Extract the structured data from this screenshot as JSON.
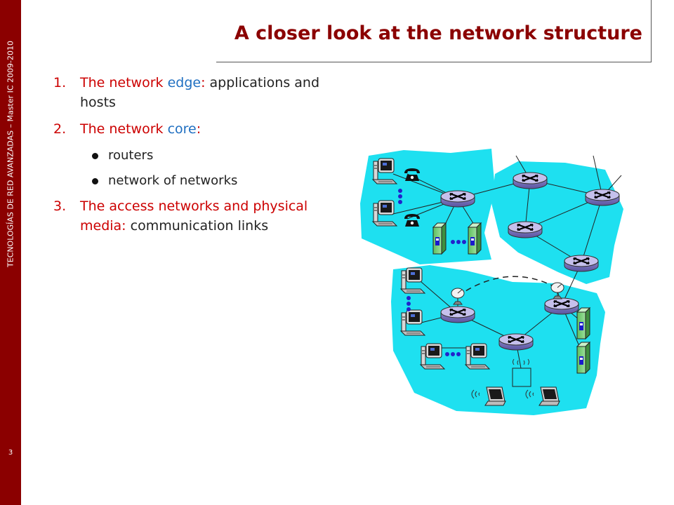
{
  "sidebar": {
    "text": "TECNOLOGÍAS DE RED AVANZADAS – Master  IC 2009-2010",
    "page_number": "3"
  },
  "slide": {
    "title": "A closer look at the network structure"
  },
  "list": {
    "item1": {
      "num": "1.",
      "prefix": "The network ",
      "keyword": "edge",
      "colon": ":",
      "rest": " applications and hosts"
    },
    "item2": {
      "num": "2.",
      "prefix": "The network ",
      "keyword": "core",
      "colon": ":"
    },
    "bullets": [
      "routers",
      "network of networks"
    ],
    "item3": {
      "num": "3.",
      "red_text": "The access networks and physical media:",
      "rest": " communication links"
    }
  },
  "colors": {
    "accent_dark_red": "#8b0000",
    "text_red": "#cc0000",
    "text_blue": "#1f6fc1",
    "network_cyan": "#1ee0f0"
  }
}
